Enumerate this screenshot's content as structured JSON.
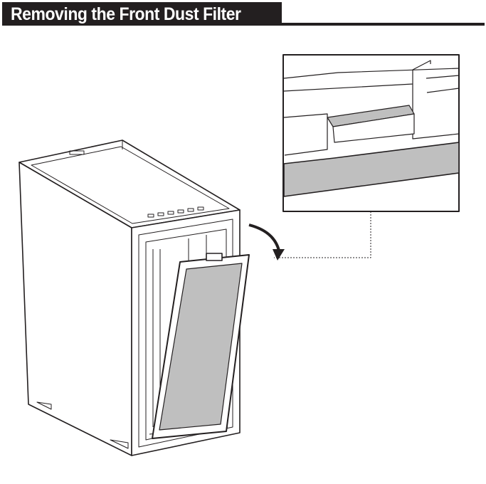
{
  "header": {
    "title": "Removing the Front Dust Filter"
  },
  "colors": {
    "header_bg": "#231f20",
    "filter_gray": "#bfbfbf",
    "line": "#231f20"
  },
  "illustration": {
    "icons": [
      "pc-case",
      "dust-filter",
      "rotate-arrow-icon",
      "detail-inset"
    ]
  }
}
